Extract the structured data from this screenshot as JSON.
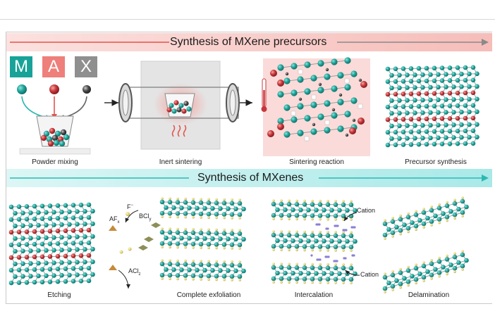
{
  "colors": {
    "teal": "#1fa59b",
    "red": "#c8363a",
    "dark": "#4a4a4a",
    "banner_top": "#f7c6c4",
    "banner_bottom": "#bfeeee",
    "m_box": "#19a398",
    "a_box": "#ee7f7a",
    "x_box": "#8f8f8f",
    "ligand": "#e7d77a"
  },
  "sections": {
    "precursors": {
      "title": "Synthesis of MXene precursors",
      "steps": [
        "Powder mixing",
        "Inert sintering",
        "Sintering reaction",
        "Precursor synthesis"
      ]
    },
    "mxenes": {
      "title": "Synthesis of MXenes",
      "steps": [
        "Etching",
        "Complete exfoliation",
        "Intercalation",
        "Delamination"
      ]
    }
  },
  "elements": {
    "m": "M",
    "a": "A",
    "x": "X"
  },
  "labels": {
    "fluoride": "F",
    "fluoride_sup": "−",
    "af": "AF",
    "af_sub": "x",
    "bcl": "BCl",
    "bcl_sub": "y",
    "acl": "ACl",
    "acl_sub": "z",
    "cation_top": "Cation",
    "cation_bottom": "Cation"
  }
}
